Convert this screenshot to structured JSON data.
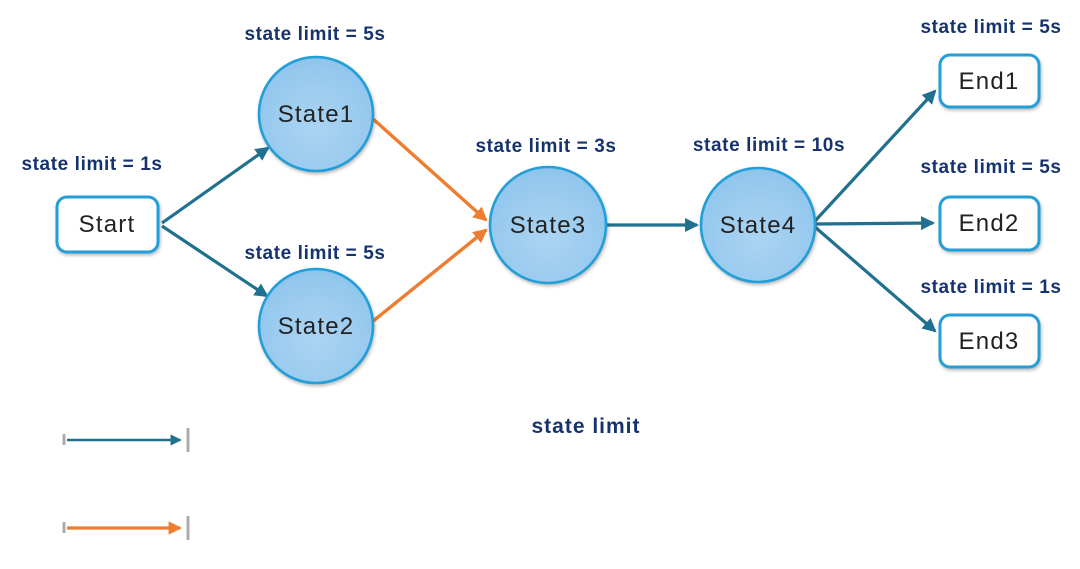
{
  "colors": {
    "teal": "#20708f",
    "orange": "#ed7d31",
    "nodeBorder": "#229fd9",
    "labelNavy": "#16336e",
    "nodeText": "#222222",
    "tickGray": "#8f8f8f",
    "nodeFillInner": "#a9d2f1",
    "nodeFillOuter": "#84bee9",
    "background": "#ffffff"
  },
  "nodes": {
    "start": {
      "label": "Start"
    },
    "state1": {
      "label": "State1"
    },
    "state2": {
      "label": "State2"
    },
    "state3": {
      "label": "State3"
    },
    "state4": {
      "label": "State4"
    },
    "end1": {
      "label": "End1"
    },
    "end2": {
      "label": "End2"
    },
    "end3": {
      "label": "End3"
    }
  },
  "limits": {
    "start": "state limit = 1s",
    "state1": "state limit = 5s",
    "state2": "state limit = 5s",
    "state3": "state limit = 3s",
    "state4": "state limit = 10s",
    "end1": "state limit = 5s",
    "end2": "state limit = 5s",
    "end3": "state limit = 1s"
  },
  "caption": "state limit",
  "legend": {
    "items": [
      {
        "name": "teal-arrow",
        "meaning_color": "#20708f"
      },
      {
        "name": "orange-arrow",
        "meaning_color": "#ed7d31"
      }
    ]
  }
}
